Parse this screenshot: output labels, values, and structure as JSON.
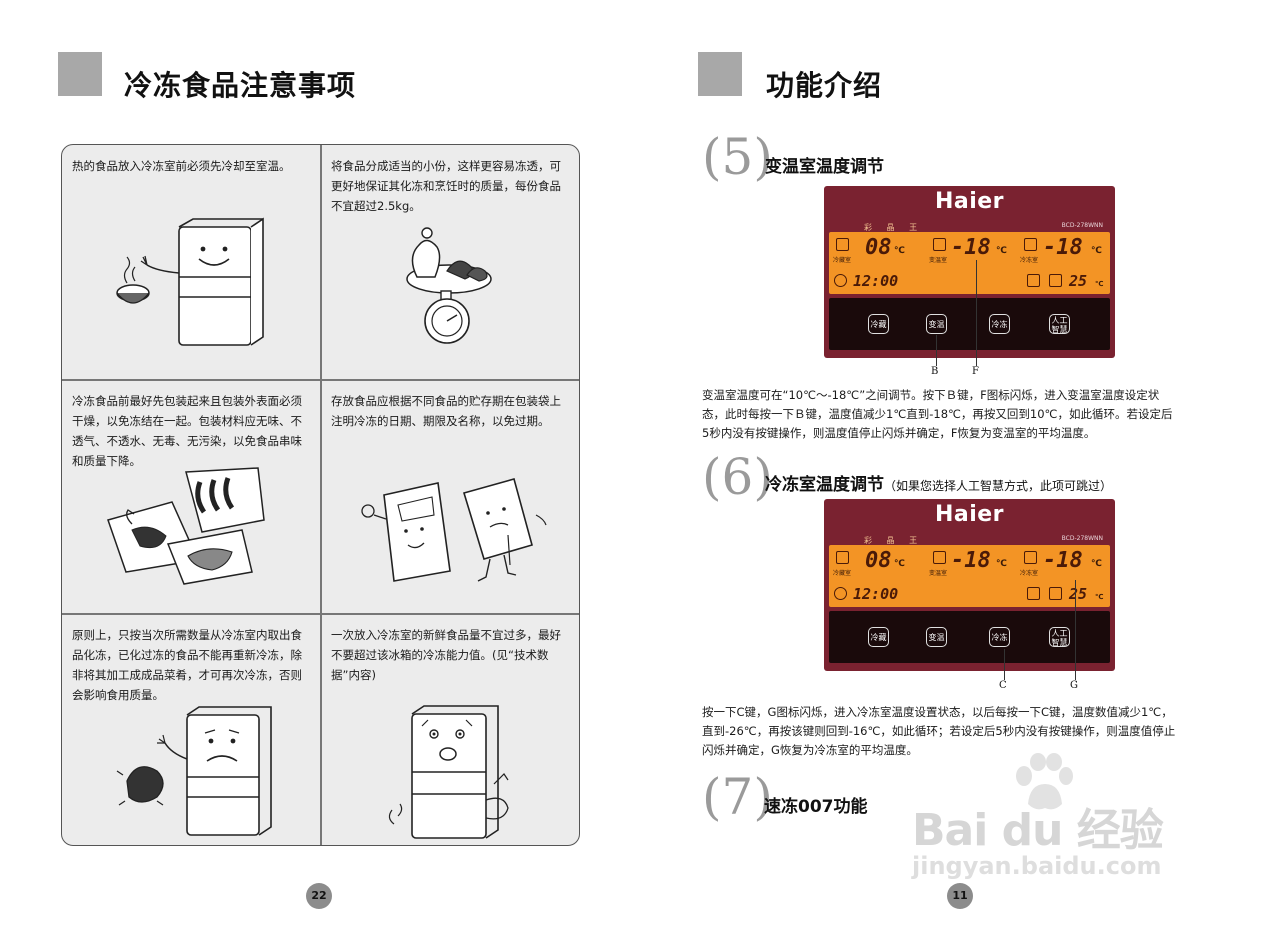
{
  "left_page": {
    "title": "冷冻食品注意事项",
    "cells": [
      "热的食品放入冷冻室前必须先冷却至室温。",
      "将食品分成适当的小份，这样更容易冻透，可更好地保证其化冻和烹饪时的质量，每份食品不宜超过2.5kg。",
      "冷冻食品前最好先包装起来且包装外表面必须干燥，以免冻结在一起。包装材料应无味、不透气、不透水、无毒、无污染，以免食品串味和质量下降。",
      "存放食品应根据不同食品的贮存期在包装袋上注明冷冻的日期、期限及名称，以免过期。",
      "原则上，只按当次所需数量从冷冻室内取出食品化冻，已化过冻的食品不能再重新冷冻，除非将其加工成成品菜肴，才可再次冷冻，否则会影响食用质量。",
      "一次放入冷冻室的新鲜食品量不宜过多，最好不要超过该冰箱的冷冻能力值。(见“技术数据”内容)"
    ],
    "page_number": "22"
  },
  "right_page": {
    "title": "功能介绍",
    "page_number": "11",
    "sections": [
      {
        "number": "(5)",
        "title": "变温室温度调节",
        "note": "",
        "text_lines": [
          "变温室温度可在“10℃～-18℃”之间调节。按下Ｂ键，F图标闪烁，进入变温室温度设定状",
          "态，此时每按一下Ｂ键，温度值减少1℃直到-18℃，再按又回到10℃，如此循环。若设定后",
          "5秒内没有按键操作，则温度值停止闪烁并确定，F恢复为变温室的平均温度。"
        ],
        "callouts": [
          "B",
          "F"
        ]
      },
      {
        "number": "(6)",
        "title": "冷冻室温度调节",
        "note": "（如果您选择人工智慧方式，此项可跳过）",
        "text_lines": [
          "按一下C键，G图标闪烁，进入冷冻室温度设置状态，以后每按一下C键，温度数值减少1℃，",
          "直到-26℃，再按该键则回到-16℃，如此循环；若设定后5秒内没有按键操作，则温度值停止",
          "闪烁并确定，G恢复为冷冻室的平均温度。"
        ],
        "callouts": [
          "C",
          "G"
        ]
      },
      {
        "number": "(7)",
        "title": "速冻007功能",
        "note": "",
        "text_lines": [],
        "callouts": []
      }
    ],
    "panel": {
      "brand": "Haier",
      "series": "彩 晶 王",
      "model": "BCD-278WNN",
      "fridge_label": "冷藏室",
      "fridge_temp": "08",
      "var_label": "变温室",
      "var_temp": "-18",
      "freezer_label": "冷冻室",
      "freezer_temp": "-18",
      "clock": "12:00",
      "ambient": "25",
      "unit": "℃",
      "keys": [
        "冷藏",
        "变温",
        "冷冻",
        "人工\n智慧"
      ]
    }
  },
  "watermark": {
    "logo": "Bai du 经验",
    "url": "jingyan.baidu.com"
  }
}
